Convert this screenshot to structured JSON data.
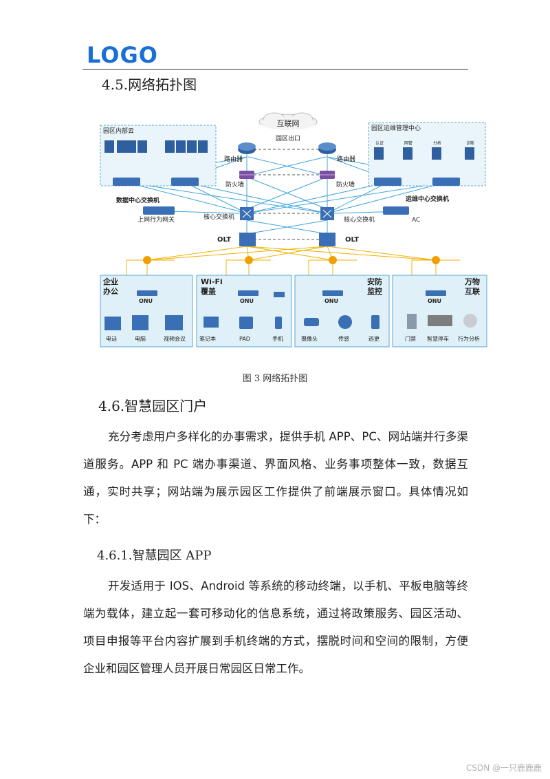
{
  "header": {
    "logo_text": "LOGO"
  },
  "sections": {
    "s45_heading": "4.5.网络拓扑图",
    "s46_heading": "4.6.智慧园区门户",
    "s461_heading": "4.6.1.智慧园区 APP"
  },
  "diagram": {
    "internet": "互联网",
    "exit": "园区出口",
    "router_left": "路由器",
    "router_right": "路由器",
    "firewall_left": "防火墙",
    "firewall_right": "防火墙",
    "cloud_group": "园区内部云",
    "ops_group": "园区运维管理中心",
    "ops_items": [
      "认证",
      "网管",
      "分析",
      "诊断"
    ],
    "dc_switch": "数据中心交换机",
    "ops_switch": "运维中心交换机",
    "gateway": "上网行为网关",
    "core_left": "核心交换机",
    "core_right": "核心交换机",
    "ac": "AC",
    "olt_left": "OLT",
    "olt_right": "OLT",
    "onu": "ONU",
    "zones": [
      {
        "title": "企业\n办公",
        "devices": [
          "电话",
          "电脑",
          "视频会议"
        ]
      },
      {
        "title": "Wi-Fi\n覆盖",
        "devices": [
          "笔记本",
          "PAD",
          "手机"
        ]
      },
      {
        "title": "安防\n监控",
        "devices": [
          "摄像头",
          "传感",
          "巡更"
        ]
      },
      {
        "title": "万物\n互联",
        "devices": [
          "门禁",
          "智慧停车",
          "行为分析"
        ]
      }
    ]
  },
  "figure_caption": "图 3 网络拓扑图",
  "paragraphs": {
    "p1": "充分考虑用户多样化的办事需求，提供手机 APP、PC、网站端并行多渠道服务。APP 和 PC 端办事渠道、界面风格、业务事项整体一致，数据互通，实时共享；网站端为展示园区工作提供了前端展示窗口。具体情况如下：",
    "p2": "开发适用于 IOS、Android 等系统的移动终端，以手机、平板电脑等终端为载体，建立起一套可移动化的信息系统，通过将政策服务、园区活动、项目申报等平台内容扩展到手机终端的方式，摆脱时间和空间的限制，方便企业和园区管理人员开展日常园区日常工作。"
  },
  "watermark": "CSDN @一只鹿鹿鹿",
  "colors": {
    "accent": "#1a6fd6",
    "link_blue": "#3da4dc",
    "link_orange": "#f0b000",
    "zone_fill": "#dff0f8",
    "zone_border": "#5aa7d6"
  }
}
